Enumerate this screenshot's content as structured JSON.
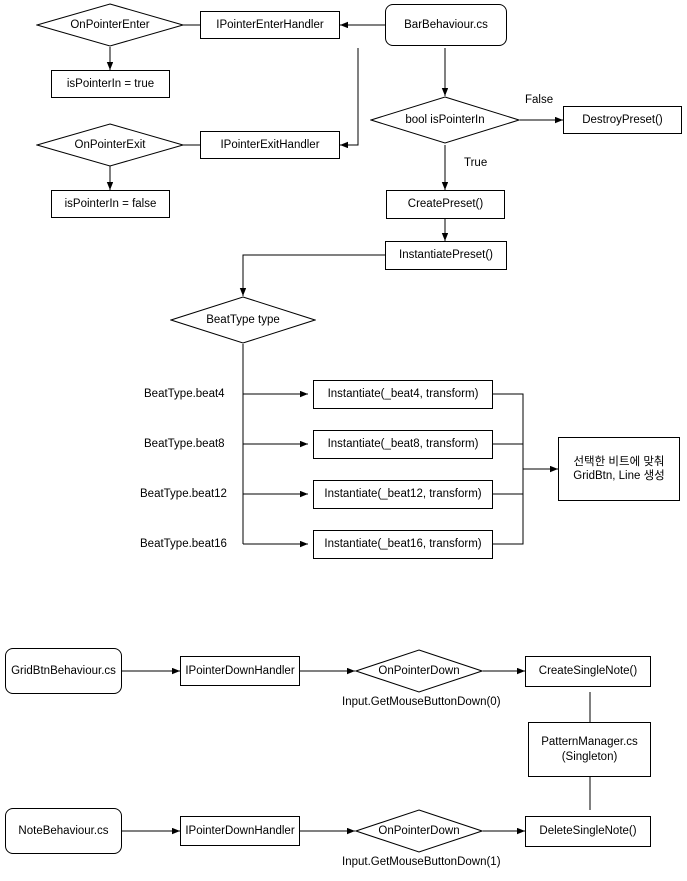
{
  "diagram": {
    "title": "Unity bar / grid button behaviour flowchart",
    "nodes": {
      "bar_behaviour": "BarBehaviour.cs",
      "pointer_enter_handler": "IPointerEnterHandler",
      "on_pointer_enter": "OnPointerEnter",
      "is_pointer_in_true": "isPointerIn = true",
      "pointer_exit_handler": "IPointerExitHandler",
      "on_pointer_exit": "OnPointerExit",
      "is_pointer_in_false": "isPointerIn = false",
      "bool_is_pointer_in": "bool isPointerIn",
      "destroy_preset": "DestroyPreset()",
      "create_preset": "CreatePreset()",
      "instantiate_preset": "InstantiatePreset()",
      "beat_type": "BeatType type",
      "instantiate_beat4": "Instantiate(_beat4, transform)",
      "instantiate_beat8": "Instantiate(_beat8, transform)",
      "instantiate_beat12": "Instantiate(_beat12, transform)",
      "instantiate_beat16": "Instantiate(_beat16, transform)",
      "result_note": "선택한 비트에 맞춰\nGridBtn, Line 생성",
      "grid_btn_behaviour": "GridBtnBehaviour.cs",
      "grid_pointer_down_handler": "IPointerDownHandler",
      "grid_on_pointer_down": "OnPointerDown",
      "create_single_note": "CreateSingleNote()",
      "pattern_manager": "PatternManager.cs\n(Singleton)",
      "note_behaviour": "NoteBehaviour.cs",
      "note_pointer_down_handler": "IPointerDownHandler",
      "note_on_pointer_down": "OnPointerDown",
      "delete_single_note": "DeleteSingleNote()"
    },
    "edge_labels": {
      "false": "False",
      "true": "True",
      "beat4": "BeatType.beat4",
      "beat8": "BeatType.beat8",
      "beat12": "BeatType.beat12",
      "beat16": "BeatType.beat16",
      "mouse_button_0": "Input.GetMouseButtonDown(0)",
      "mouse_button_1": "Input.GetMouseButtonDown(1)"
    }
  }
}
